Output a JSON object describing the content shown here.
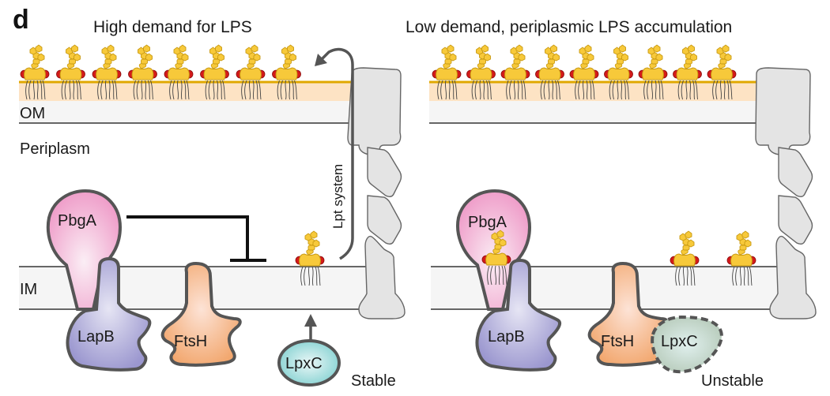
{
  "figure": {
    "panel_letter": "d",
    "colors": {
      "lps_core": "#f7c93a",
      "lps_outline": "#c99a12",
      "lps_phosphate": "#d41a1a",
      "outer_leaflet": "#fde3c4",
      "outer_leaflet_line": "#e0a800",
      "membrane_fill": "#f5f5f5",
      "membrane_line": "#666666",
      "lpt_fill": "#e4e4e4",
      "pbga": "#ef9fca",
      "lapb": "#9b97cf",
      "ftsh": "#f2a76e",
      "lpxc_stable": "#7ecfcf",
      "lpxc_unstable": "#b5c9b8"
    }
  },
  "left_panel": {
    "title": "High demand for LPS",
    "om_label": "OM",
    "periplasm_label": "Periplasm",
    "im_label": "IM",
    "lpt_label": "Lpt system",
    "om_lps_count": 8,
    "proteins": {
      "pbga": "PbgA",
      "lapb": "LapB",
      "ftsh": "FtsH",
      "lpxc": "LpxC"
    },
    "lpxc_state": "Stable"
  },
  "right_panel": {
    "title": "Low demand, periplasmic LPS accumulation",
    "om_lps_count": 9,
    "proteins": {
      "pbga": "PbgA",
      "lapb": "LapB",
      "ftsh": "FtsH",
      "lpxc": "LpxC"
    },
    "lpxc_state": "Unstable"
  }
}
